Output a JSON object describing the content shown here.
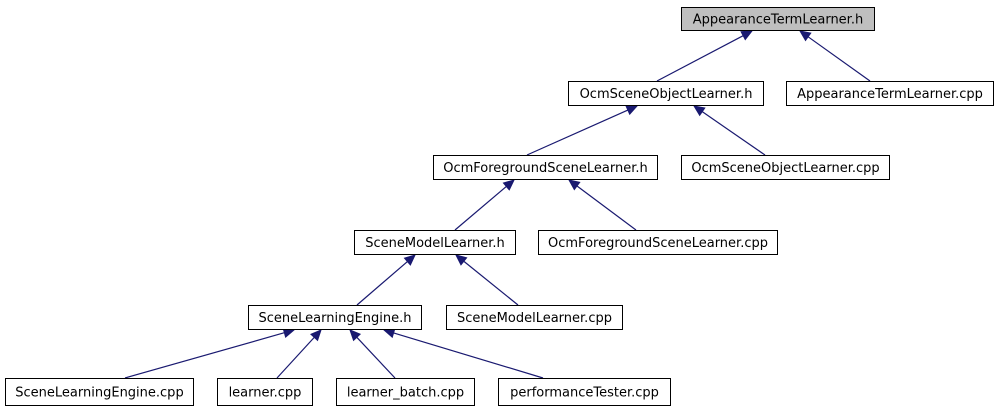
{
  "diagram": {
    "nodes": [
      {
        "id": "atl_h",
        "label": "AppearanceTermLearner.h",
        "highlighted": true
      },
      {
        "id": "osol_h",
        "label": "OcmSceneObjectLearner.h"
      },
      {
        "id": "atl_cpp",
        "label": "AppearanceTermLearner.cpp"
      },
      {
        "id": "ofsl_h",
        "label": "OcmForegroundSceneLearner.h"
      },
      {
        "id": "osol_cpp",
        "label": "OcmSceneObjectLearner.cpp"
      },
      {
        "id": "sml_h",
        "label": "SceneModelLearner.h"
      },
      {
        "id": "ofsl_cpp",
        "label": "OcmForegroundSceneLearner.cpp"
      },
      {
        "id": "sle_h",
        "label": "SceneLearningEngine.h"
      },
      {
        "id": "sml_cpp",
        "label": "SceneModelLearner.cpp"
      },
      {
        "id": "sle_cpp",
        "label": "SceneLearningEngine.cpp"
      },
      {
        "id": "learner_cpp",
        "label": "learner.cpp"
      },
      {
        "id": "learner_batch_cpp",
        "label": "learner_batch.cpp"
      },
      {
        "id": "perf_cpp",
        "label": "performanceTester.cpp"
      }
    ],
    "edges": [
      {
        "from": "osol_h",
        "to": "atl_h"
      },
      {
        "from": "atl_cpp",
        "to": "atl_h"
      },
      {
        "from": "ofsl_h",
        "to": "osol_h"
      },
      {
        "from": "osol_cpp",
        "to": "osol_h"
      },
      {
        "from": "sml_h",
        "to": "ofsl_h"
      },
      {
        "from": "ofsl_cpp",
        "to": "ofsl_h"
      },
      {
        "from": "sle_h",
        "to": "sml_h"
      },
      {
        "from": "sml_cpp",
        "to": "sml_h"
      },
      {
        "from": "sle_cpp",
        "to": "sle_h"
      },
      {
        "from": "learner_cpp",
        "to": "sle_h"
      },
      {
        "from": "learner_batch_cpp",
        "to": "sle_h"
      },
      {
        "from": "perf_cpp",
        "to": "sle_h"
      }
    ],
    "colors": {
      "highlight_fill": "#bfbfbf",
      "node_fill": "#ffffff",
      "edge": "#191970"
    }
  }
}
